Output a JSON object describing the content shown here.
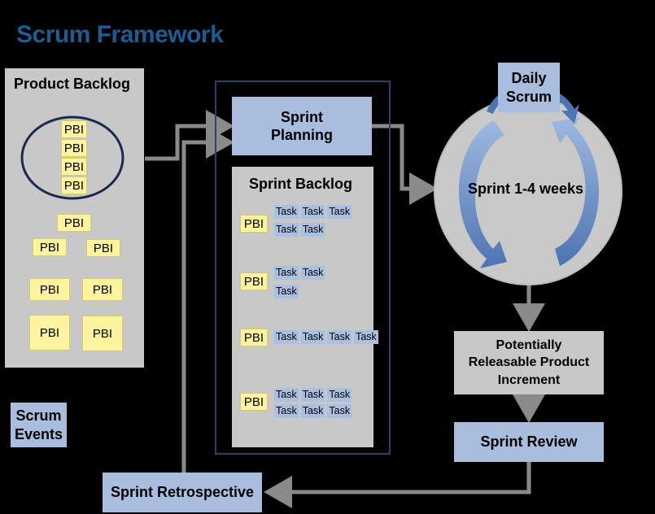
{
  "title": "Scrum Framework",
  "product_backlog": {
    "heading": "Product Backlog",
    "circled_items": [
      "PBI",
      "PBI",
      "PBI",
      "PBI"
    ],
    "items": [
      "PBI",
      "PBI",
      "PBI",
      "PBI",
      "PBI",
      "PBI",
      "PBI"
    ]
  },
  "sprint_planning": {
    "label": "Sprint Planning"
  },
  "sprint_backlog": {
    "heading": "Sprint Backlog",
    "rows": [
      {
        "pbi": "PBI",
        "tasks_line1": [
          "Task",
          "Task",
          "Task"
        ],
        "tasks_line2": [
          "Task",
          "Task"
        ]
      },
      {
        "pbi": "PBI",
        "tasks_line1": [
          "Task",
          "Task"
        ],
        "tasks_line2": [
          "Task"
        ]
      },
      {
        "pbi": "PBI",
        "tasks_line1": [
          "Task",
          "Task",
          "Task",
          "Task"
        ],
        "tasks_line2": []
      },
      {
        "pbi": "PBI",
        "tasks_line1": [
          "Task",
          "Task",
          "Task"
        ],
        "tasks_line2": [
          "Task",
          "Task",
          "Task"
        ]
      }
    ]
  },
  "daily_scrum": {
    "label": "Daily Scrum"
  },
  "sprint_cycle": {
    "label": "Sprint 1-4 weeks"
  },
  "increment": {
    "label": "Potentially Releasable Product Increment"
  },
  "sprint_review": {
    "label": "Sprint Review"
  },
  "sprint_retrospective": {
    "label": "Sprint Retrospective"
  },
  "scrum_events_legend": {
    "label": "Scrum Events"
  },
  "colors": {
    "background": "#000000",
    "title": "#1f5b93",
    "event_box": "#a9bedf",
    "panel": "#c8c8c8",
    "pbi": "#fdf3a0",
    "arrow": "#8a8a8a",
    "cycle_arrow": "#5b82c0"
  }
}
